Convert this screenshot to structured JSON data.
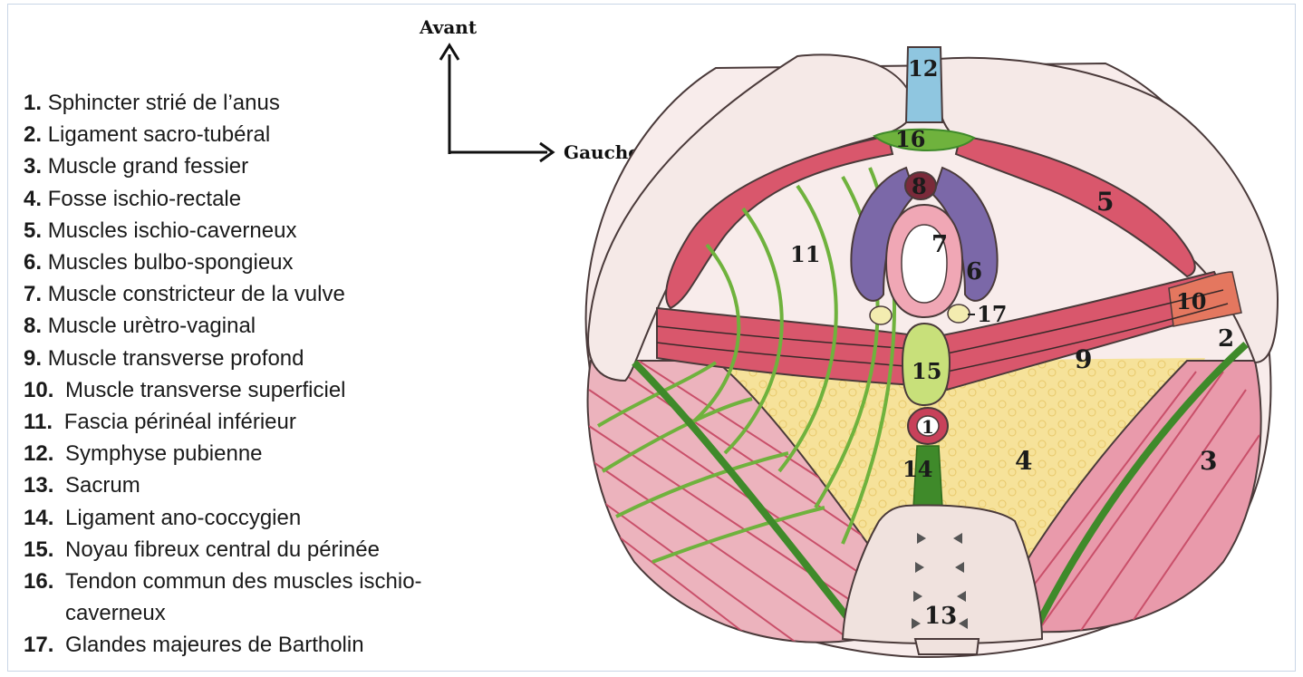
{
  "orientation": {
    "up": "Avant",
    "right": "Gauche"
  },
  "legend": [
    {
      "num": "1.",
      "text": "Sphincter strié de l’anus"
    },
    {
      "num": "2.",
      "text": "Ligament sacro-tubéral"
    },
    {
      "num": "3.",
      "text": "Muscle grand fessier"
    },
    {
      "num": "4.",
      "text": "Fosse ischio-rectale"
    },
    {
      "num": "5.",
      "text": "Muscles ischio-caverneux"
    },
    {
      "num": "6.",
      "text": "Muscles bulbo-spongieux"
    },
    {
      "num": "7.",
      "text": "Muscle constricteur de la vulve"
    },
    {
      "num": "8.",
      "text": "Muscle urètro-vaginal"
    },
    {
      "num": "9.",
      "text": "Muscle transverse profond"
    },
    {
      "num": "10.",
      "text": "Muscle transverse superficiel"
    },
    {
      "num": "11.",
      "text": "Fascia périnéal inférieur"
    },
    {
      "num": "12.",
      "text": "Symphyse pubienne"
    },
    {
      "num": "13.",
      "text": "Sacrum"
    },
    {
      "num": "14.",
      "text": "Ligament ano-coccygien"
    },
    {
      "num": "15.",
      "text": "Noyau fibreux central du périnée"
    },
    {
      "num": "16.",
      "text": "Tendon commun des muscles ischio-",
      "cont": "caverneux"
    },
    {
      "num": "17.",
      "text": "Glandes majeures de Bartholin"
    }
  ],
  "labels": {
    "l1": "1",
    "l2": "2",
    "l3": "3",
    "l4": "4",
    "l5": "5",
    "l6": "6",
    "l7": "7",
    "l8": "8",
    "l9": "9",
    "l10": "10",
    "l11": "11",
    "l12": "12",
    "l13": "13",
    "l14": "14",
    "l15": "15",
    "l16": "16",
    "l17": "17"
  },
  "colors": {
    "muscle": "#d9576c",
    "muscle_light": "#e9a7b4",
    "fascia": "#6fb23d",
    "fat": "#f6e29a",
    "bone": "#f3e6e1",
    "pubis": "#8fc6e0",
    "bulbo": "#7b68a8",
    "central": "#c8e07a"
  }
}
